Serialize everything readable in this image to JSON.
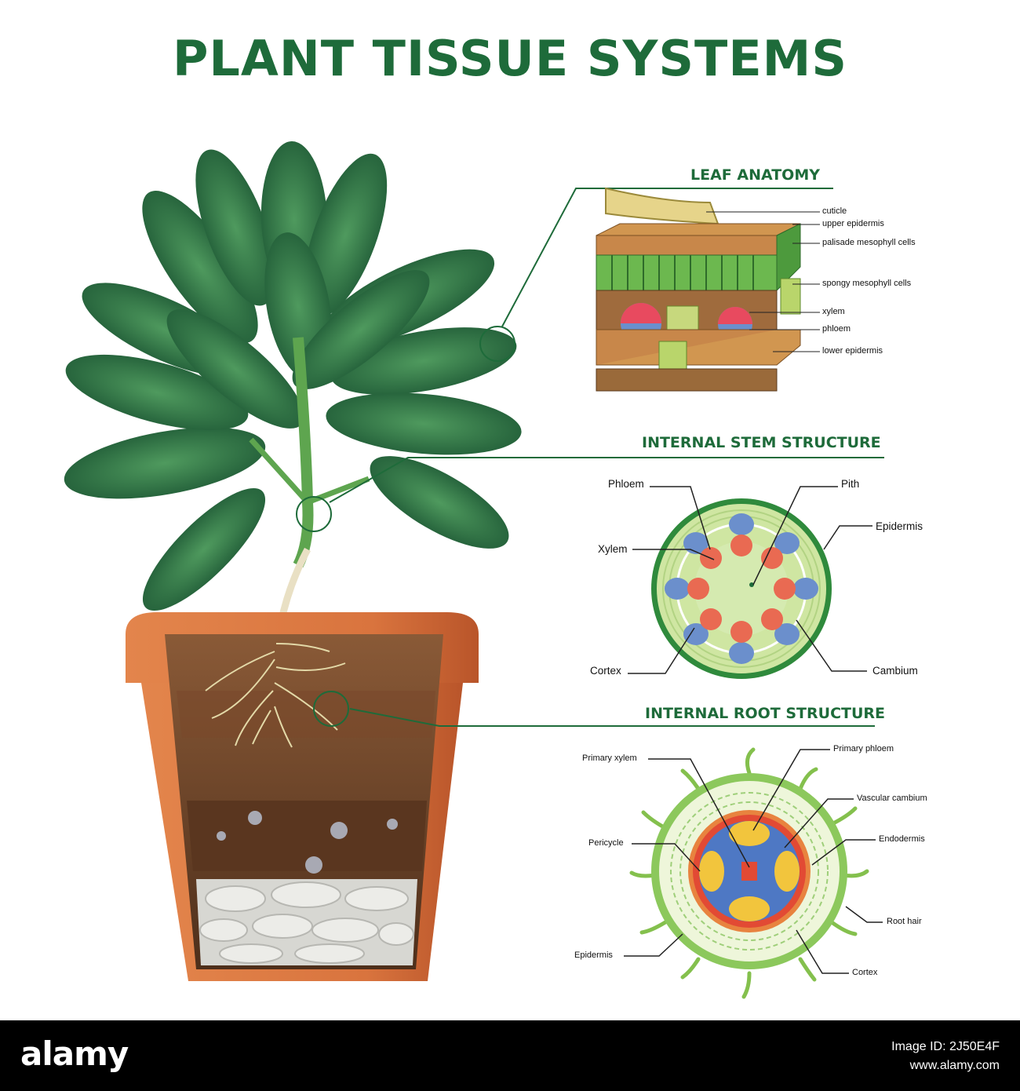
{
  "title": "PLANT TISSUE SYSTEMS",
  "sections": {
    "leaf": {
      "heading": "LEAF ANATOMY",
      "labels": [
        "cuticle",
        "upper epidermis",
        "palisade mesophyll cells",
        "spongy mesophyll cells",
        "xylem",
        "phloem",
        "lower epidermis"
      ]
    },
    "stem": {
      "heading": "INTERNAL STEM STRUCTURE",
      "labels": {
        "phloem": "Phloem",
        "pith": "Pith",
        "epidermis": "Epidermis",
        "xylem": "Xylem",
        "cortex": "Cortex",
        "cambium": "Cambium"
      }
    },
    "root": {
      "heading": "INTERNAL ROOT STRUCTURE",
      "labels": {
        "primary_xylem": "Primary xylem",
        "primary_phloem": "Primary phloem",
        "vascular_cambium": "Vascular cambium",
        "pericycle": "Pericycle",
        "endodermis": "Endodermis",
        "root_hair": "Root hair",
        "epidermis": "Epidermis",
        "cortex": "Cortex"
      }
    }
  },
  "colors": {
    "title_green": "#1e6b3a",
    "leaf_dark": "#1f5a36",
    "leaf_light": "#4f9a5e",
    "pot": "#d9743e",
    "soil": "#6b4327",
    "stem_blue": "#6b8fcc",
    "stem_red": "#e96a52",
    "root_yellow": "#f2c53d"
  },
  "footer": {
    "brand": "alamy",
    "image_id_line": "Image ID: 2J50E4F",
    "site": "www.alamy.com"
  }
}
